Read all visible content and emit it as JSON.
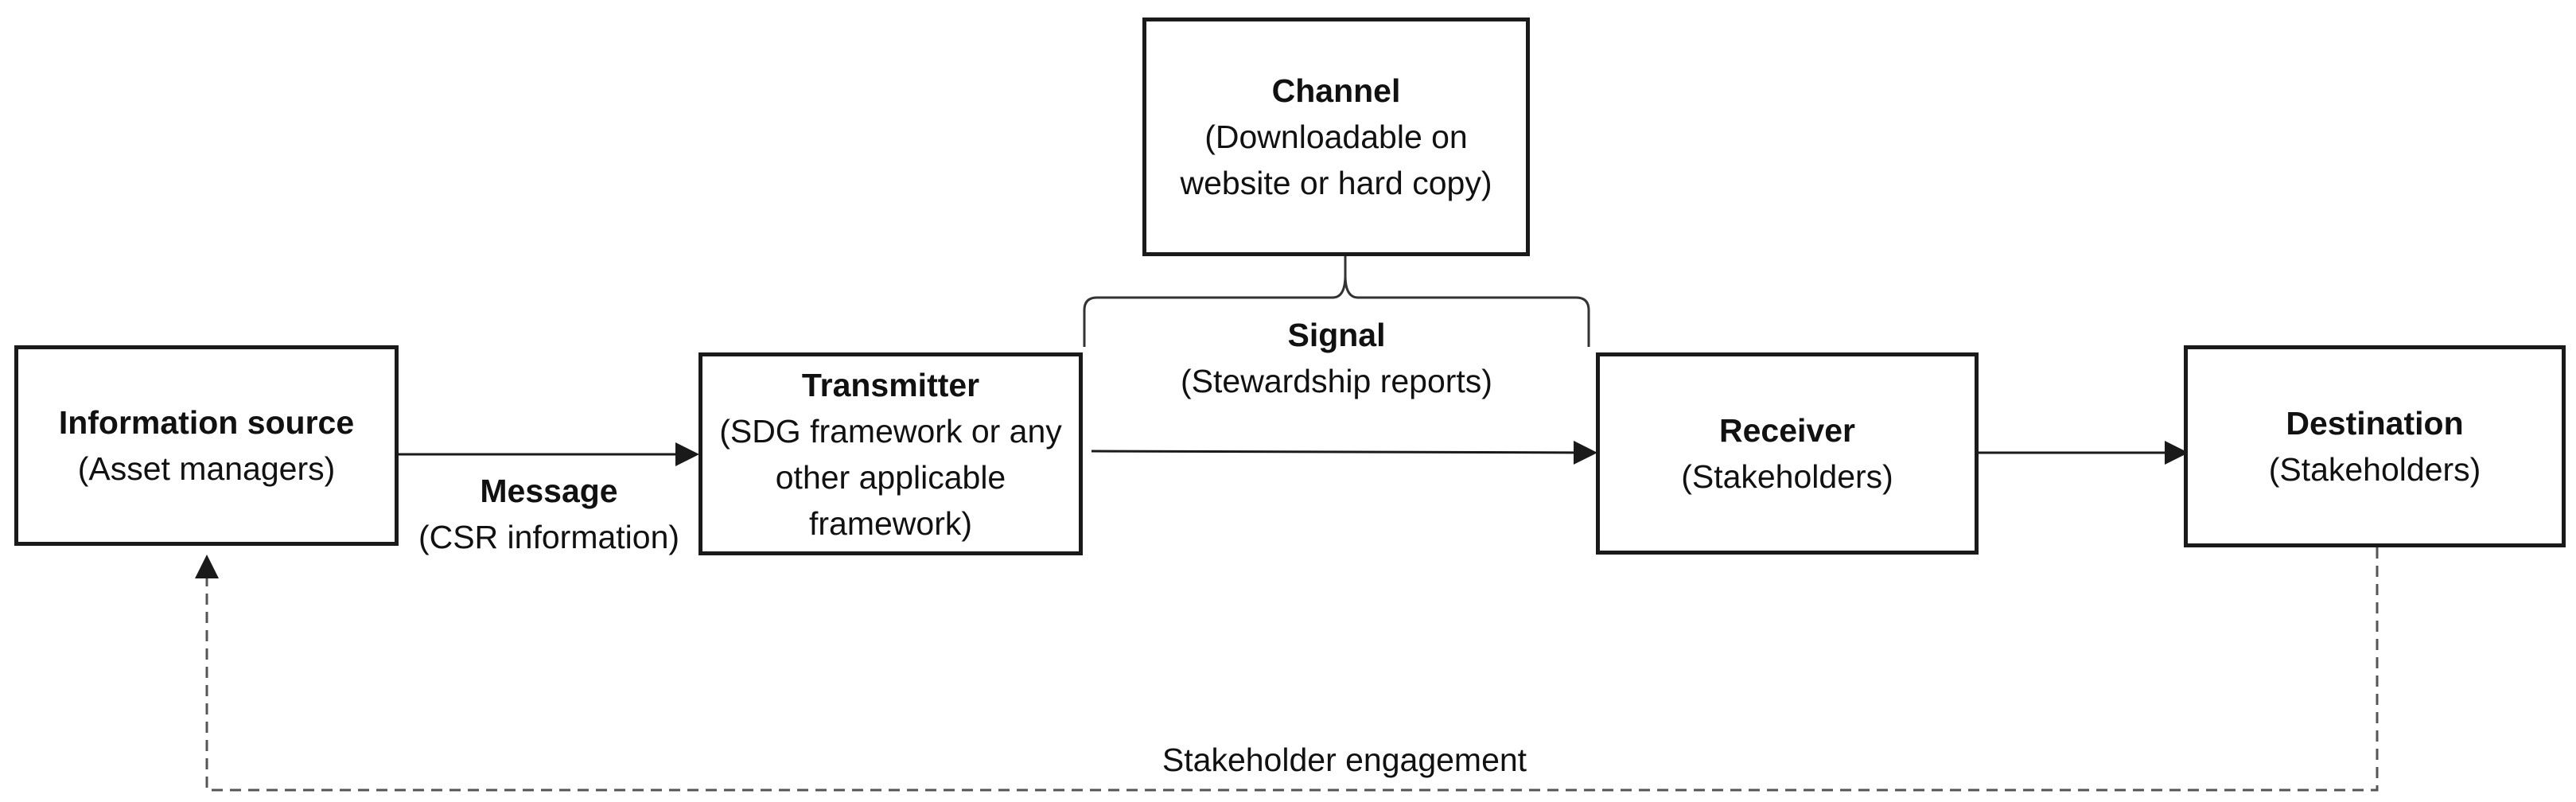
{
  "nodes": {
    "information_source": {
      "title": "Information source",
      "subtitle": "(Asset managers)"
    },
    "transmitter": {
      "title": "Transmitter",
      "subtitle": "(SDG framework or any other applicable framework)"
    },
    "channel": {
      "title": "Channel",
      "subtitle": "(Downloadable on website or hard copy)"
    },
    "receiver": {
      "title": "Receiver",
      "subtitle": "(Stakeholders)"
    },
    "destination": {
      "title": "Destination",
      "subtitle": "(Stakeholders)"
    }
  },
  "labels": {
    "message": {
      "title": "Message",
      "subtitle": "(CSR information)"
    },
    "signal": {
      "title": "Signal",
      "subtitle": "(Stewardship reports)"
    },
    "feedback": "Stakeholder engagement"
  },
  "colors": {
    "stroke": "#1a1a1a",
    "dashed": "#555555"
  }
}
